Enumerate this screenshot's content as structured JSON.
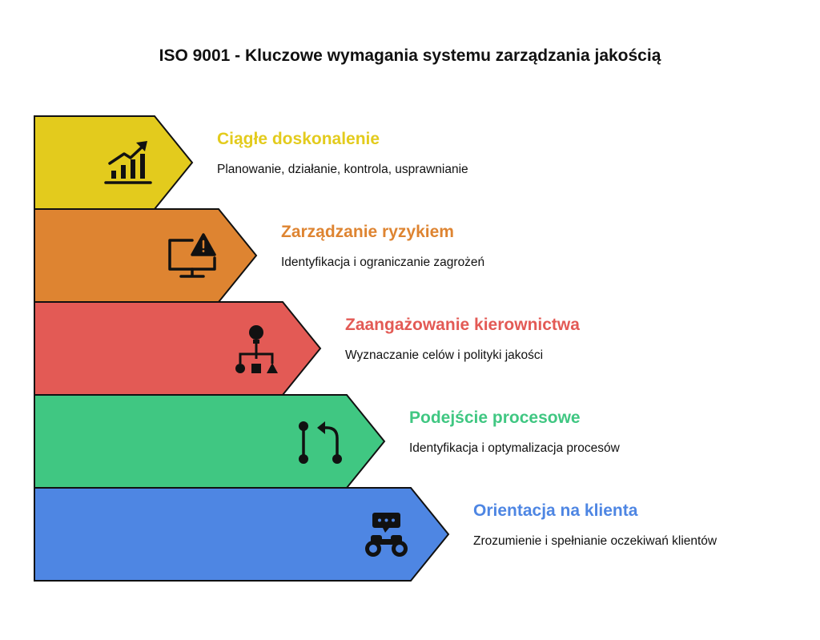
{
  "title": "ISO 9001 - Kluczowe wymagania systemu zarządzania jakością",
  "steps": [
    {
      "heading": "Ciągłe doskonalenie",
      "description": "Planowanie, działanie, kontrola, usprawnianie",
      "color": "#E3CB1D",
      "icon": "growth-chart-icon"
    },
    {
      "heading": "Zarządzanie ryzykiem",
      "description": "Identyfikacja i ograniczanie zagrożeń",
      "color": "#DE8431",
      "icon": "monitor-warning-icon"
    },
    {
      "heading": "Zaangażowanie kierownictwa",
      "description": "Wyznaczanie celów i polityki jakości",
      "color": "#E35A55",
      "icon": "org-hierarchy-icon"
    },
    {
      "heading": "Podejście procesowe",
      "description": "Identyfikacja i optymalizacja procesów",
      "color": "#40C782",
      "icon": "process-flow-icon"
    },
    {
      "heading": "Orientacja na klienta",
      "description": "Zrozumienie i spełnianie oczekiwań klientów",
      "color": "#4E86E3",
      "icon": "binoculars-chat-icon"
    }
  ]
}
